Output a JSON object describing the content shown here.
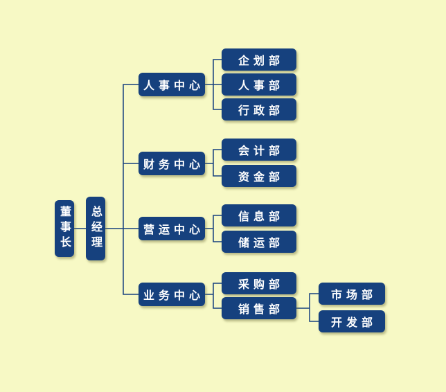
{
  "org_chart": {
    "chairman": {
      "label": "董事长"
    },
    "general_manager": {
      "label": "总经理"
    },
    "centers": [
      {
        "label": "人事中心",
        "departments": [
          {
            "label": "企划部"
          },
          {
            "label": "人事部"
          },
          {
            "label": "行政部"
          }
        ]
      },
      {
        "label": "财务中心",
        "departments": [
          {
            "label": "会计部"
          },
          {
            "label": "资金部"
          }
        ]
      },
      {
        "label": "营运中心",
        "departments": [
          {
            "label": "信息部"
          },
          {
            "label": "储运部"
          }
        ]
      },
      {
        "label": "业务中心",
        "departments": [
          {
            "label": "采购部"
          },
          {
            "label": "销售部",
            "sub_departments": [
              {
                "label": "市场部"
              },
              {
                "label": "开发部"
              }
            ]
          }
        ]
      }
    ],
    "colors": {
      "background": "#f7f9c5",
      "node_fill": "#16417e",
      "node_text": "#ffffff",
      "connector": "#16417e"
    }
  }
}
